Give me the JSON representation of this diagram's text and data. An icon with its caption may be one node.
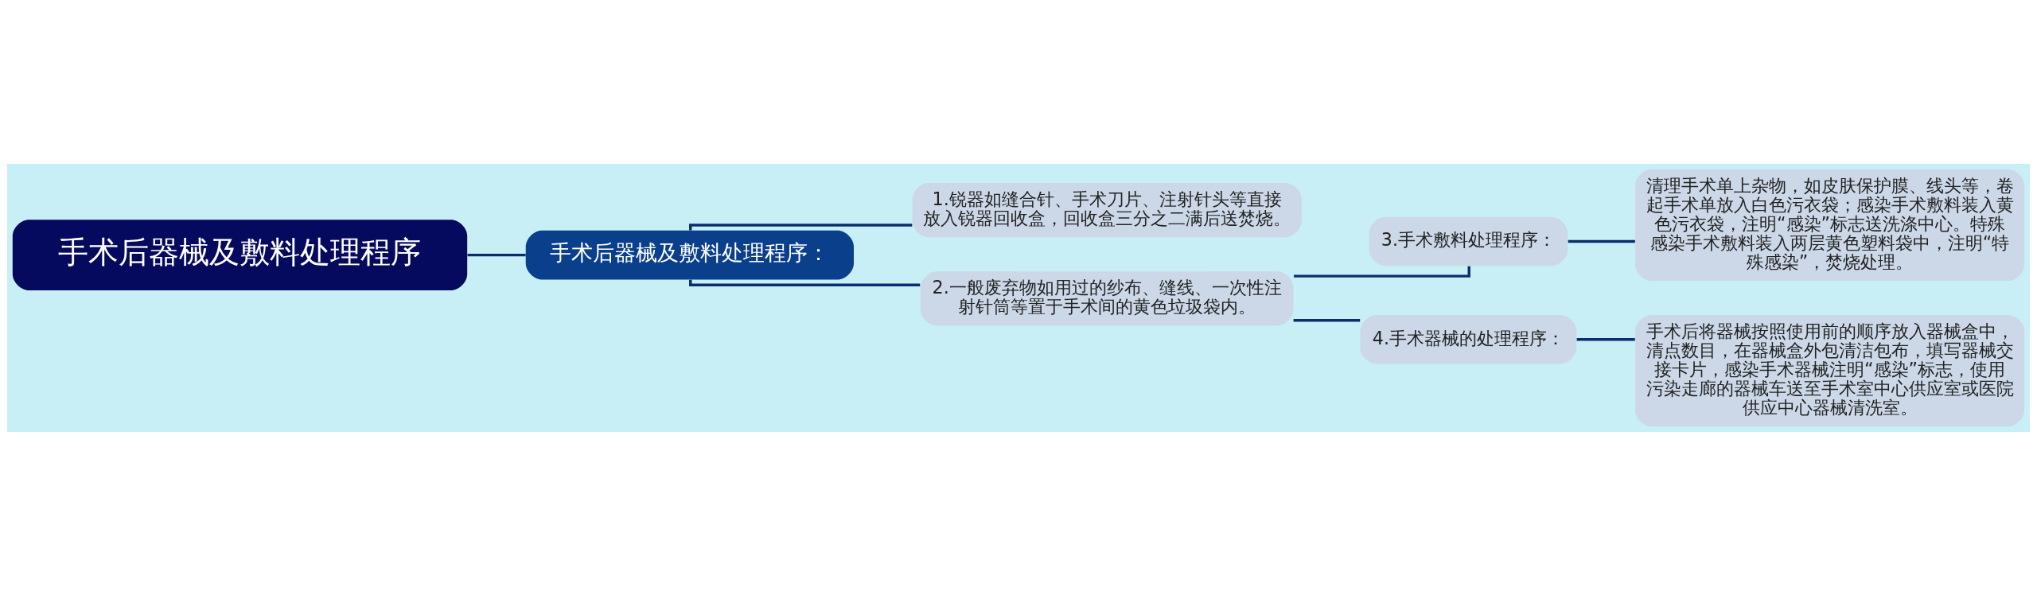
{
  "diagram": {
    "nodes": [
      {
        "text": [
          "手术后器械及敷料处理程序"
        ]
      },
      {
        "text": [
          "手术后器械及敷料处理程序："
        ]
      },
      {
        "text": [
          "1.锐器如缝合针、手术刀片、注射针头等直接放入锐器回收盒，回收盒三分之二满后送焚烧。"
        ]
      },
      {
        "text": [
          "2.一般废弃物如用过的纱布、缝线、一次性注射针筒等置于手术间的黄色垃圾袋内。"
        ]
      },
      {
        "text": [
          "3.手术敷料处理程序："
        ]
      },
      {
        "text": [
          "4.手术器械的处理程序："
        ]
      },
      {
        "text": [
          "清理手术单上杂物，如皮肤保护膜、线头等，卷起手术单放入白色污衣袋；感染手术敷料装入黄色污衣袋，注明“感染”标志送洗涤中心。特殊感染手术敷料装入两层黄色塑料袋中，注明“特殊感染”，焚烧处理。"
        ]
      },
      {
        "text": [
          "手术后将器械按照使用前的顺序放入器械盒中，清点数目，在器械盒外包清洁包布，填写器械交接卡片，感染手术器械注明“感染”标志，使用污染走廊的器械车送至手术室中心供应室或医院供应中心器械清洗室。"
        ]
      }
    ],
    "edges": [
      {
        "from": 0,
        "to": 1,
        "arrow": "none"
      },
      {
        "from": 1,
        "to": 2,
        "arrow": "none"
      },
      {
        "from": 1,
        "to": 3,
        "arrow": "none"
      },
      {
        "from": 3,
        "to": 4,
        "arrow": "none"
      },
      {
        "from": 3,
        "to": 5,
        "arrow": "none"
      },
      {
        "from": 4,
        "to": 6,
        "arrow": "none"
      },
      {
        "from": 5,
        "to": 7,
        "arrow": "none"
      }
    ]
  }
}
